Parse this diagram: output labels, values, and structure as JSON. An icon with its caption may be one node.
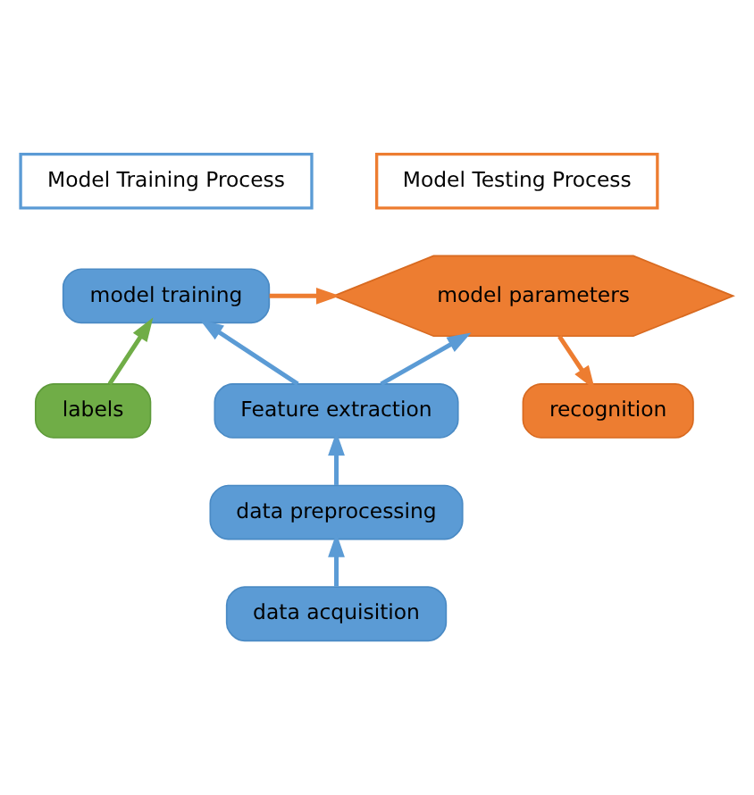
{
  "diagram": {
    "nodes": [
      {
        "text": [
          "Model Training Process"
        ]
      },
      {
        "text": [
          "Model Testing Process"
        ]
      },
      {
        "text": [
          "labels"
        ]
      },
      {
        "text": [
          "model training"
        ]
      },
      {
        "text": [
          "recognition"
        ]
      },
      {
        "text": [
          "model parameters"
        ]
      },
      {
        "text": [
          "Feature extraction"
        ]
      },
      {
        "text": [
          "data preprocessing"
        ]
      },
      {
        "text": [
          "data acquisition"
        ]
      }
    ],
    "edges": [
      {
        "from": 2,
        "to": 3,
        "arrow": "to",
        "color": "#70ad47"
      },
      {
        "from": 3,
        "to": 5,
        "arrow": "to",
        "color": "#ed7d31"
      },
      {
        "from": 5,
        "to": 4,
        "arrow": "to",
        "color": "#ed7d31"
      },
      {
        "from": 6,
        "to": 3,
        "arrow": "to"
      },
      {
        "from": 6,
        "to": 5,
        "arrow": "to"
      },
      {
        "from": 7,
        "to": 6,
        "arrow": "to"
      },
      {
        "from": 8,
        "to": 7,
        "arrow": "to"
      }
    ]
  }
}
